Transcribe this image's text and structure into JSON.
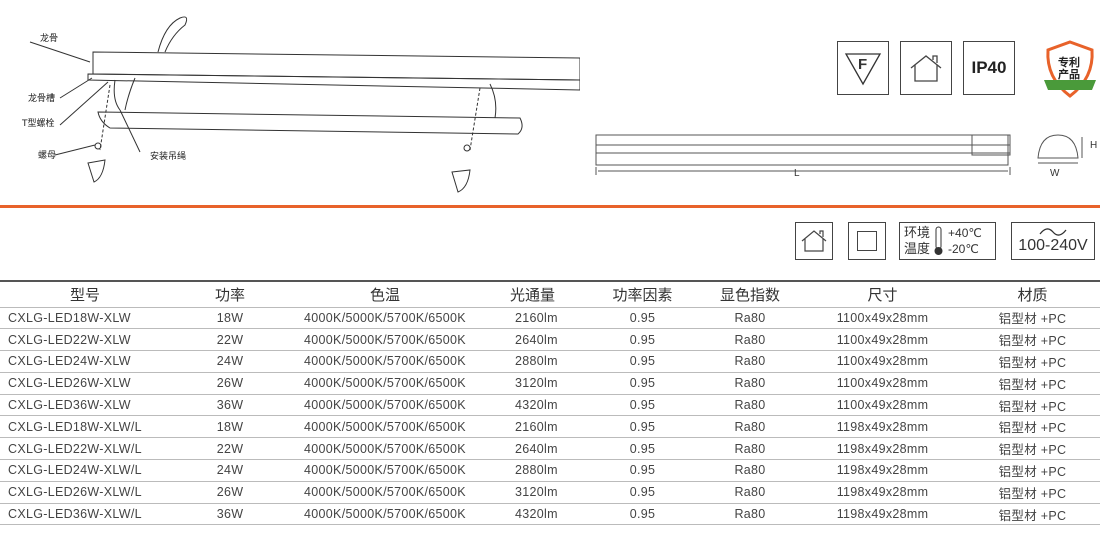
{
  "diagram": {
    "labels": [
      "龙骨",
      "龙骨槽",
      "T型螺栓",
      "螺母",
      "安装吊绳"
    ]
  },
  "certs": {
    "f_mark": "F",
    "ip": "IP40",
    "patent": [
      "专利",
      "产品"
    ]
  },
  "dimensions": {
    "length": "L",
    "height": "H",
    "width": "W"
  },
  "env": {
    "label1": "环境",
    "label2": "温度",
    "temp_high": "+40℃",
    "temp_low": "-20℃",
    "voltage": "100-240V"
  },
  "colors": {
    "accent": "#e8622a"
  },
  "table": {
    "headers": [
      "型号",
      "功率",
      "色温",
      "光通量",
      "功率因素",
      "显色指数",
      "尺寸",
      "材质"
    ],
    "rows": [
      [
        "CXLG-LED18W-XLW",
        "18W",
        "4000K/5000K/5700K/6500K",
        "2160lm",
        "0.95",
        "Ra80",
        "1100x49x28mm",
        "铝型材 +PC"
      ],
      [
        "CXLG-LED22W-XLW",
        "22W",
        "4000K/5000K/5700K/6500K",
        "2640lm",
        "0.95",
        "Ra80",
        "1100x49x28mm",
        "铝型材 +PC"
      ],
      [
        "CXLG-LED24W-XLW",
        "24W",
        "4000K/5000K/5700K/6500K",
        "2880lm",
        "0.95",
        "Ra80",
        "1100x49x28mm",
        "铝型材 +PC"
      ],
      [
        "CXLG-LED26W-XLW",
        "26W",
        "4000K/5000K/5700K/6500K",
        "3120lm",
        "0.95",
        "Ra80",
        "1100x49x28mm",
        "铝型材 +PC"
      ],
      [
        "CXLG-LED36W-XLW",
        "36W",
        "4000K/5000K/5700K/6500K",
        "4320lm",
        "0.95",
        "Ra80",
        "1100x49x28mm",
        "铝型材 +PC"
      ],
      [
        "CXLG-LED18W-XLW/L",
        "18W",
        "4000K/5000K/5700K/6500K",
        "2160lm",
        "0.95",
        "Ra80",
        "1198x49x28mm",
        "铝型材 +PC"
      ],
      [
        "CXLG-LED22W-XLW/L",
        "22W",
        "4000K/5000K/5700K/6500K",
        "2640lm",
        "0.95",
        "Ra80",
        "1198x49x28mm",
        "铝型材 +PC"
      ],
      [
        "CXLG-LED24W-XLW/L",
        "24W",
        "4000K/5000K/5700K/6500K",
        "2880lm",
        "0.95",
        "Ra80",
        "1198x49x28mm",
        "铝型材 +PC"
      ],
      [
        "CXLG-LED26W-XLW/L",
        "26W",
        "4000K/5000K/5700K/6500K",
        "3120lm",
        "0.95",
        "Ra80",
        "1198x49x28mm",
        "铝型材 +PC"
      ],
      [
        "CXLG-LED36W-XLW/L",
        "36W",
        "4000K/5000K/5700K/6500K",
        "4320lm",
        "0.95",
        "Ra80",
        "1198x49x28mm",
        "铝型材 +PC"
      ]
    ]
  }
}
